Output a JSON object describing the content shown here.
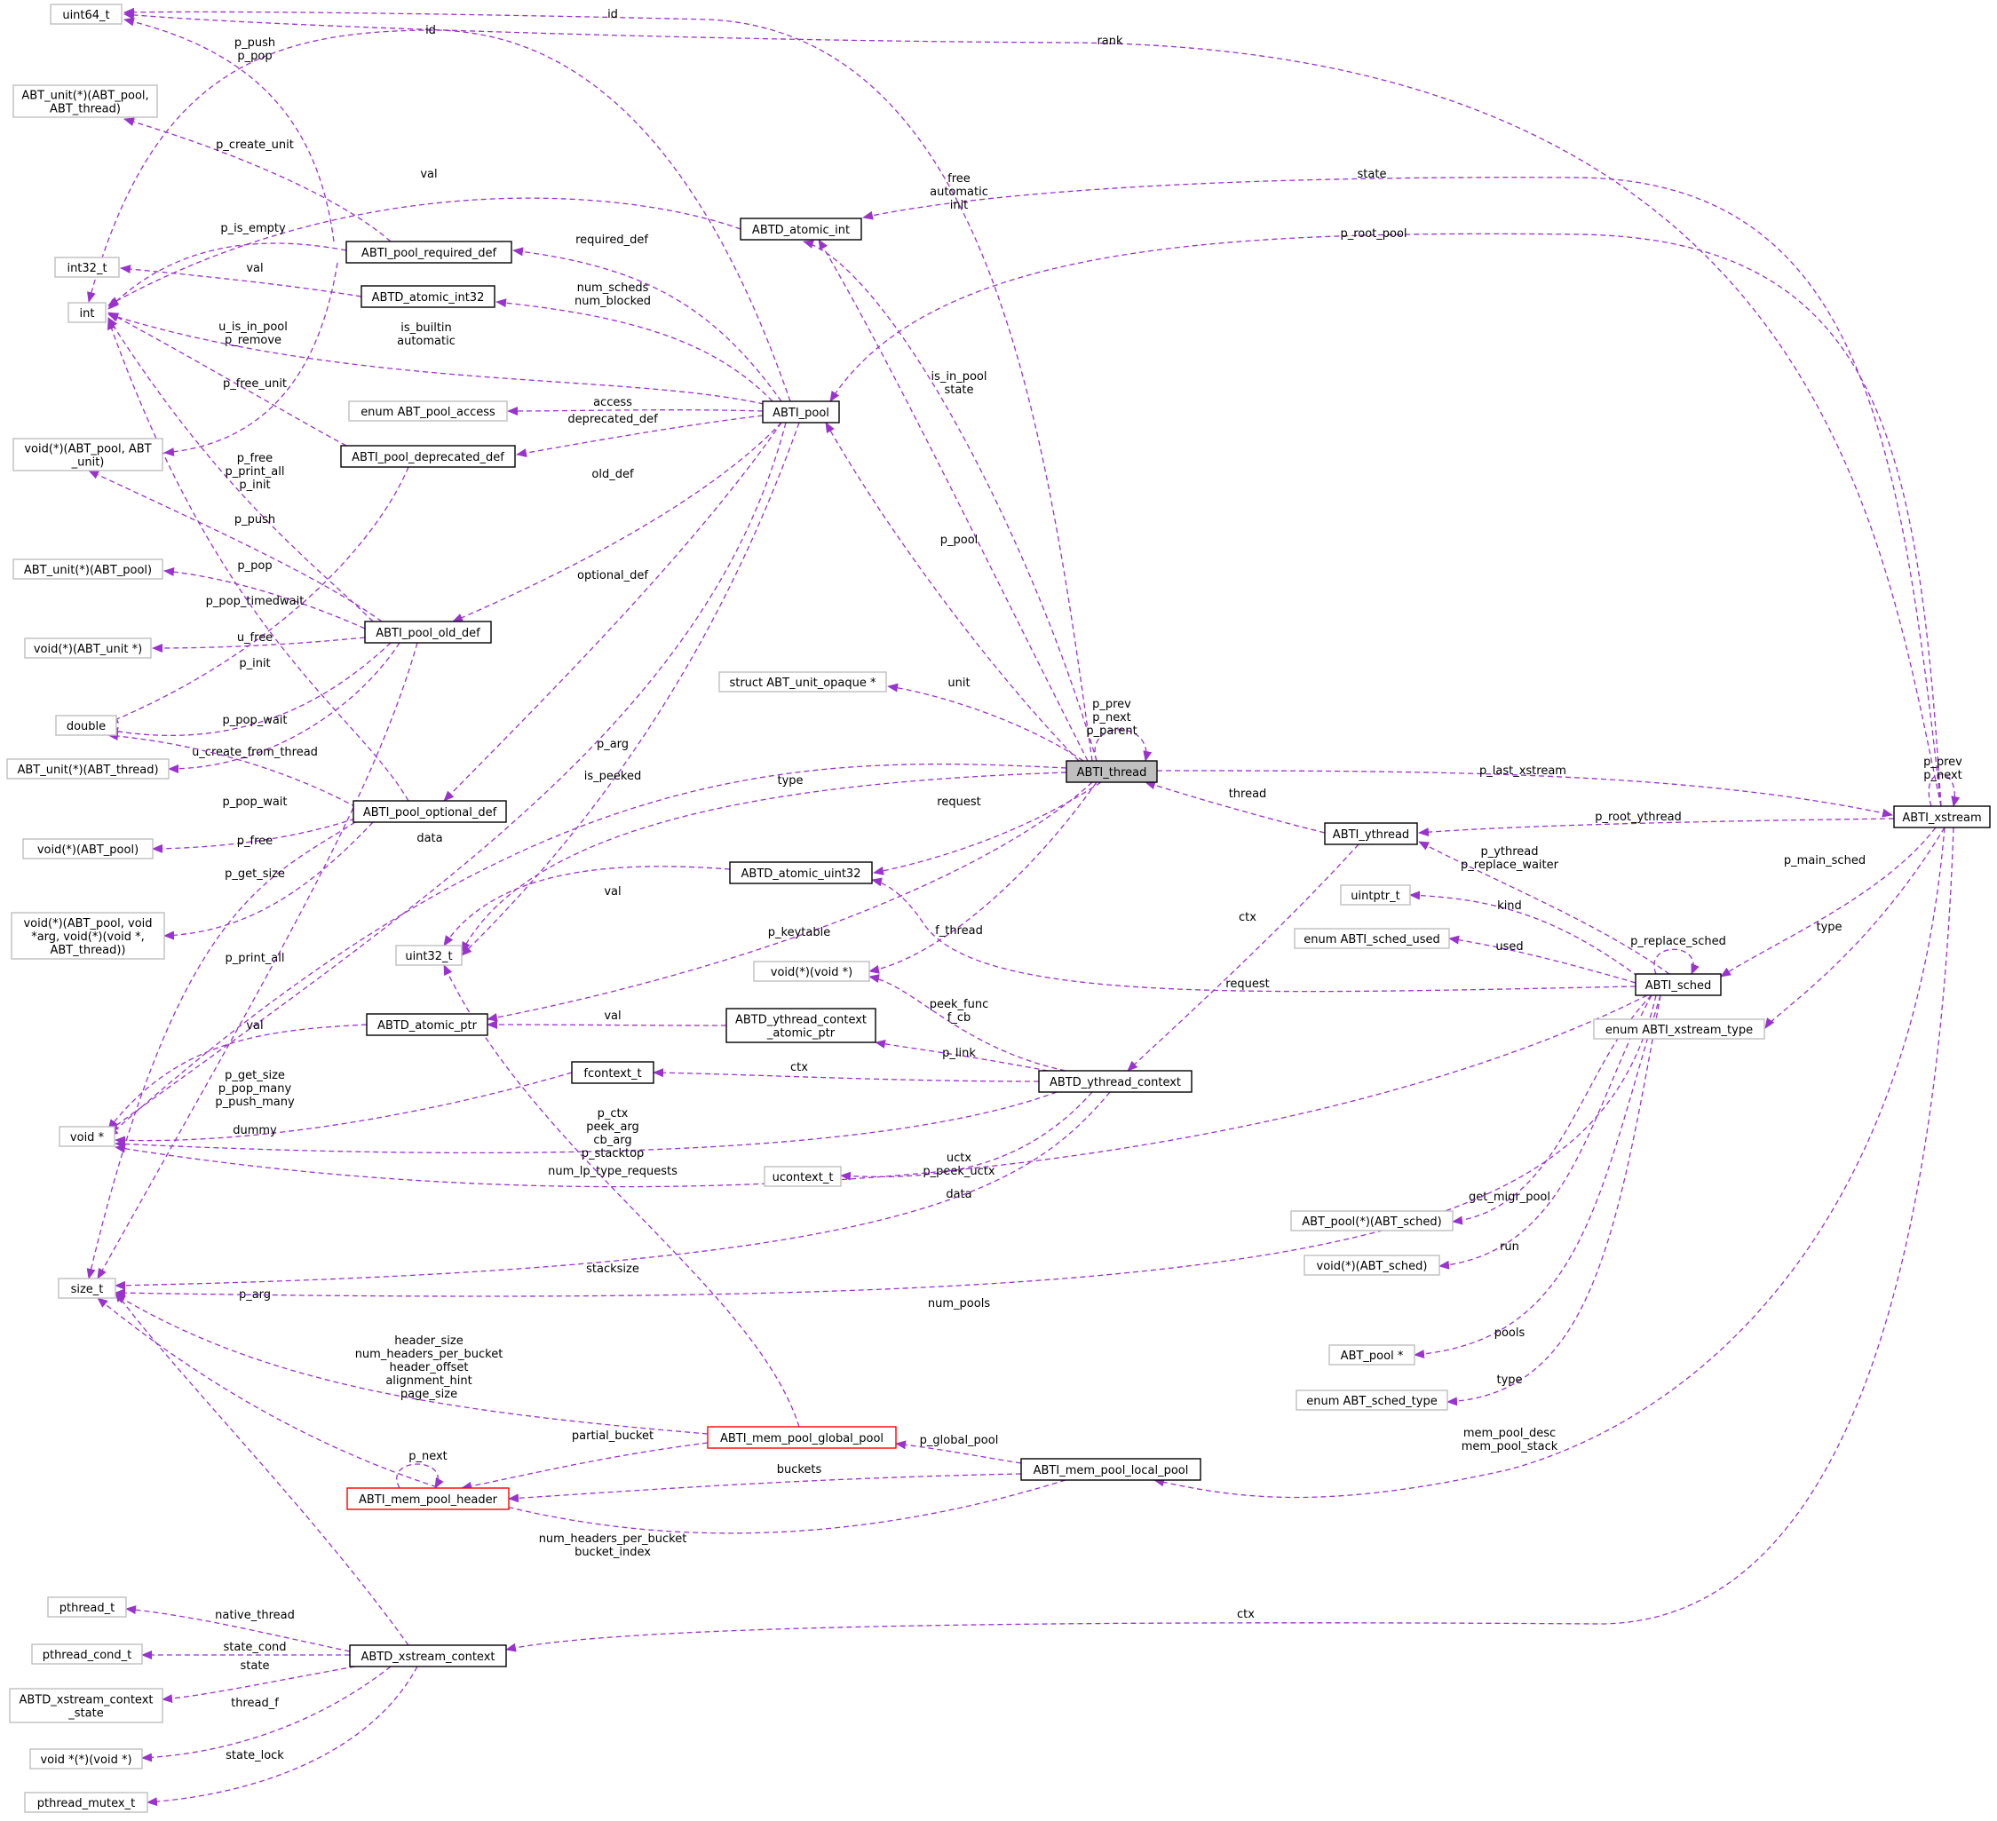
{
  "colors": {
    "edge": "#9a32cd",
    "node_border": "#000000",
    "external_border": "#bfbfbf",
    "incomplete_border": "#ff0000",
    "focus_fill": "#bfbfbf",
    "background": "#ffffff"
  },
  "nodes": {
    "uint64_t": [
      "uint64_t"
    ],
    "abt_unit_fn_pool_thread": [
      "ABT_unit(*)(ABT_pool,",
      "ABT_thread)"
    ],
    "int32_t": [
      "int32_t"
    ],
    "int": [
      "int"
    ],
    "void_fn_pool_unit": [
      "void(*)(ABT_pool, ABT",
      "_unit)"
    ],
    "abt_unit_fn_pool": [
      "ABT_unit(*)(ABT_pool)"
    ],
    "void_fn_unit_ptr": [
      "void(*)(ABT_unit *)"
    ],
    "double": [
      "double"
    ],
    "abt_unit_fn_thread": [
      "ABT_unit(*)(ABT_thread)"
    ],
    "void_fn_pool": [
      "void(*)(ABT_pool)"
    ],
    "void_fn_print_all": [
      "void(*)(ABT_pool, void",
      "*arg, void(*)(void *,",
      "ABT_thread))"
    ],
    "void_ptr": [
      "void *"
    ],
    "size_t": [
      "size_t"
    ],
    "pthread_t": [
      "pthread_t"
    ],
    "pthread_cond_t": [
      "pthread_cond_t"
    ],
    "abtd_xstream_context_state": [
      "ABTD_xstream_context",
      "_state"
    ],
    "void_ptr_fn_void_ptr": [
      "void *(*)(void *)"
    ],
    "pthread_mutex_t": [
      "pthread_mutex_t"
    ],
    "abti_pool_required_def": [
      "ABTI_pool_required_def"
    ],
    "abtd_atomic_int32": [
      "ABTD_atomic_int32"
    ],
    "enum_abt_pool_access": [
      "enum ABT_pool_access"
    ],
    "abti_pool_deprecated_def": [
      "ABTI_pool_deprecated_def"
    ],
    "abti_pool_old_def": [
      "ABTI_pool_old_def"
    ],
    "abti_pool_optional_def": [
      "ABTI_pool_optional_def"
    ],
    "uint32_t": [
      "uint32_t"
    ],
    "abtd_atomic_ptr": [
      "ABTD_atomic_ptr"
    ],
    "fcontext_t": [
      "fcontext_t"
    ],
    "abti_mem_pool_header": [
      "ABTI_mem_pool_header"
    ],
    "abtd_xstream_context": [
      "ABTD_xstream_context"
    ],
    "abtd_atomic_int": [
      "ABTD_atomic_int"
    ],
    "abti_pool": [
      "ABTI_pool"
    ],
    "struct_abt_unit_opaque": [
      "struct ABT_unit_opaque *"
    ],
    "abtd_atomic_uint32": [
      "ABTD_atomic_uint32"
    ],
    "void_fn_void_ptr": [
      "void(*)(void *)"
    ],
    "abtd_ythread_context_atomic_ptr": [
      "ABTD_ythread_context",
      "_atomic_ptr"
    ],
    "ucontext_t": [
      "ucontext_t"
    ],
    "abti_mem_pool_global_pool": [
      "ABTI_mem_pool_global_pool"
    ],
    "abti_thread": [
      "ABTI_thread"
    ],
    "abtd_ythread_context": [
      "ABTD_ythread_context"
    ],
    "abti_mem_pool_local_pool": [
      "ABTI_mem_pool_local_pool"
    ],
    "abti_ythread": [
      "ABTI_ythread"
    ],
    "uintptr_t": [
      "uintptr_t"
    ],
    "enum_abti_sched_used": [
      "enum ABTI_sched_used"
    ],
    "abt_pool_fn_sched": [
      "ABT_pool(*)(ABT_sched)"
    ],
    "void_fn_sched": [
      "void(*)(ABT_sched)"
    ],
    "abt_pool_ptr": [
      "ABT_pool *"
    ],
    "enum_abt_sched_type": [
      "enum ABT_sched_type"
    ],
    "abti_sched": [
      "ABTI_sched"
    ],
    "enum_abti_xstream_type": [
      "enum ABTI_xstream_type"
    ],
    "abti_xstream": [
      "ABTI_xstream"
    ]
  },
  "edge_labels": {
    "xstream_rank": [
      "rank"
    ],
    "thread_id": [
      "id"
    ],
    "pool_id": [
      "id"
    ],
    "req_push_pop": [
      "p_push",
      "p_pop"
    ],
    "req_create_unit": [
      "p_create_unit"
    ],
    "xstream_state": [
      "state"
    ],
    "thread_free": [
      "free",
      "automatic",
      "init"
    ],
    "atomic_int_val": [
      "val"
    ],
    "xstream_root_pool": [
      "p_root_pool"
    ],
    "req_is_empty": [
      "p_is_empty"
    ],
    "pool_required_def": [
      "required_def"
    ],
    "atomic_int32_val": [
      "val"
    ],
    "pool_num_scheds": [
      "num_scheds",
      "num_blocked"
    ],
    "dep_u_is_in_pool": [
      "u_is_in_pool",
      "p_remove"
    ],
    "pool_is_builtin": [
      "is_builtin",
      "automatic"
    ],
    "thread_is_in_pool": [
      "is_in_pool",
      "state"
    ],
    "pool_access": [
      "access"
    ],
    "pool_deprecated_def": [
      "deprecated_def"
    ],
    "req_p_free_unit": [
      "p_free_unit"
    ],
    "old_p_free": [
      "p_free",
      "p_print_all",
      "p_init"
    ],
    "pool_old_def": [
      "old_def"
    ],
    "old_p_push": [
      "p_push"
    ],
    "thread_p_pool": [
      "p_pool"
    ],
    "old_p_pop": [
      "p_pop"
    ],
    "dep_p_pop_timedwait": [
      "p_pop_timedwait"
    ],
    "pool_optional_def": [
      "optional_def"
    ],
    "old_u_free": [
      "u_free"
    ],
    "opt_p_init": [
      "p_init"
    ],
    "thread_unit": [
      "unit"
    ],
    "thread_self": [
      "p_prev",
      "p_next",
      "p_parent"
    ],
    "old_p_pop_wait": [
      "p_pop_wait"
    ],
    "thread_p_arg": [
      "p_arg"
    ],
    "old_u_create_from_thread": [
      "u_create_from_thread"
    ],
    "xstream_self": [
      "p_prev",
      "p_next"
    ],
    "thread_p_last_xstream": [
      "p_last_xstream"
    ],
    "ythread_thread": [
      "thread"
    ],
    "pool_is_peeked": [
      "is_peeked"
    ],
    "thread_type": [
      "type"
    ],
    "opt_p_pop_wait": [
      "p_pop_wait"
    ],
    "thread_request": [
      "request"
    ],
    "xstream_p_root_ythread": [
      "p_root_ythread"
    ],
    "opt_p_free": [
      "p_free"
    ],
    "pool_data": [
      "data"
    ],
    "sched_p_ythread": [
      "p_ythread",
      "p_replace_waiter"
    ],
    "xstream_p_main_sched": [
      "p_main_sched"
    ],
    "opt_p_get_size": [
      "p_get_size"
    ],
    "atomic_uint32_val": [
      "val"
    ],
    "ythread_ctx": [
      "ctx"
    ],
    "sched_p_replace_sched": [
      "p_replace_sched"
    ],
    "thread_p_keytable": [
      "p_keytable"
    ],
    "sched_kind": [
      "kind"
    ],
    "xstream_type": [
      "type"
    ],
    "opt_p_print_all": [
      "p_print_all"
    ],
    "thread_f_thread": [
      "f_thread"
    ],
    "sched_used": [
      "used"
    ],
    "sched_request": [
      "request"
    ],
    "ctx_peek_func": [
      "peek_func",
      "f_cb"
    ],
    "atomic_ptr_val": [
      "val"
    ],
    "ctx_atomic_ptr_val": [
      "val"
    ],
    "ctx_p_link": [
      "p_link"
    ],
    "old_p_get_size": [
      "p_get_size",
      "p_pop_many",
      "p_push_many"
    ],
    "fcontext_dummy": [
      "dummy"
    ],
    "ctx_ctx": [
      "ctx"
    ],
    "ctx_p_ctx": [
      "p_ctx",
      "peek_arg",
      "cb_arg",
      "p_stacktop"
    ],
    "ctx_uctx": [
      "uctx",
      "p_peek_uctx"
    ],
    "global_num_lp": [
      "num_lp_type_requests"
    ],
    "sched_data": [
      "data"
    ],
    "sched_get_migr_pool": [
      "get_migr_pool"
    ],
    "ctx_stacksize": [
      "stacksize"
    ],
    "sched_run": [
      "run"
    ],
    "xstream_ctx_p_arg": [
      "p_arg"
    ],
    "sched_num_pools": [
      "num_pools"
    ],
    "sched_pools": [
      "pools"
    ],
    "global_header_size": [
      "header_size",
      "num_headers_per_bucket",
      "header_offset",
      "alignment_hint",
      "page_size"
    ],
    "sched_type": [
      "type"
    ],
    "mem_header_p_next": [
      "p_next"
    ],
    "global_partial_bucket": [
      "partial_bucket"
    ],
    "local_p_global_pool": [
      "p_global_pool"
    ],
    "xstream_mem_pool_desc": [
      "mem_pool_desc",
      "mem_pool_stack"
    ],
    "local_buckets": [
      "buckets"
    ],
    "local_num_headers": [
      "num_headers_per_bucket",
      "bucket_index"
    ],
    "xstream_ctx": [
      "ctx"
    ],
    "xctx_native_thread": [
      "native_thread"
    ],
    "xctx_state_cond": [
      "state_cond"
    ],
    "xctx_state": [
      "state"
    ],
    "xctx_thread_f": [
      "thread_f"
    ],
    "xctx_state_lock": [
      "state_lock"
    ]
  }
}
